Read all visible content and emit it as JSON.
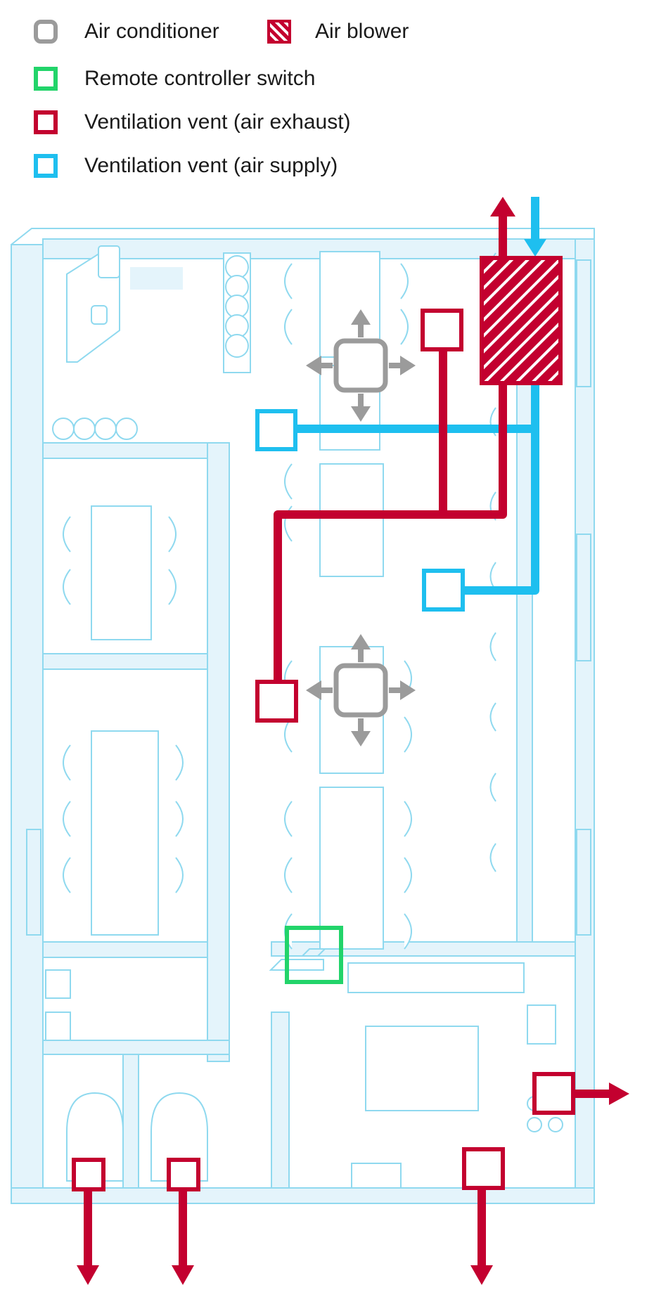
{
  "legend": {
    "items": [
      {
        "key": "air_conditioner",
        "label": "Air conditioner",
        "color": "#9b9b9b"
      },
      {
        "key": "air_blower",
        "label": "Air blower",
        "color": "#c3002f"
      },
      {
        "key": "remote_controller_switch",
        "label": "Remote controller switch",
        "color": "#22d46a"
      },
      {
        "key": "vent_exhaust",
        "label": "Ventilation vent (air exhaust)",
        "color": "#c3002f"
      },
      {
        "key": "vent_supply",
        "label": "Ventilation vent (air supply)",
        "color": "#1ebfef"
      }
    ]
  },
  "colors": {
    "plan_line": "#8fd9ef",
    "plan_fill": "#e4f4fb",
    "exhaust": "#c3002f",
    "supply": "#1ebfef",
    "ac": "#9b9b9b",
    "switch": "#22d46a"
  },
  "icons": [
    "air-conditioner-icon",
    "air-blower-icon",
    "remote-switch-icon",
    "exhaust-vent-icon",
    "supply-vent-icon",
    "airflow-arrow-icon"
  ]
}
